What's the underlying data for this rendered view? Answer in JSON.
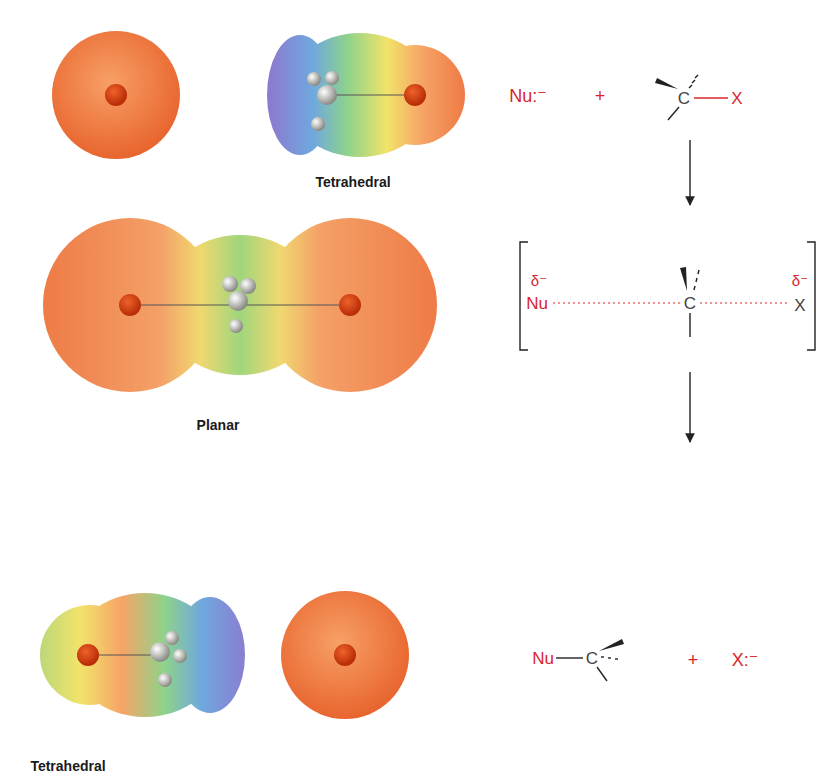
{
  "diagram": {
    "labels": [
      "Nu:⁻",
      "+",
      "C",
      "X",
      "Tetrahedral",
      "δ⁻",
      "Nu",
      "C",
      "δ⁻",
      "X",
      "Planar",
      "Nu",
      "C",
      "+",
      "X:⁻",
      "Tetrahedral"
    ]
  }
}
